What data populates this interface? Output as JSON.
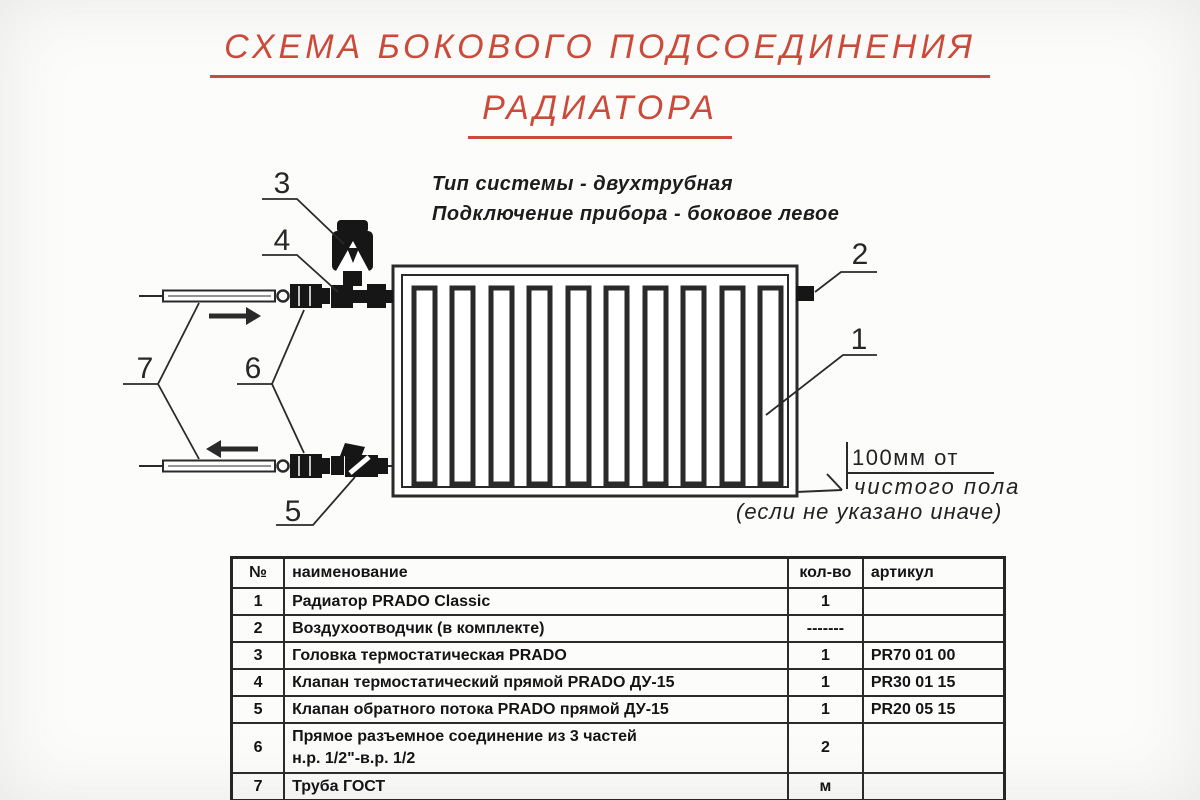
{
  "title": {
    "line1": "СХЕМА БОКОВОГО ПОДСОЕДИНЕНИЯ",
    "line2": "РАДИАТОРА",
    "accent_color": "#cc4a3a"
  },
  "system_info": {
    "line1": "Тип системы - двухтрубная",
    "line2": "Подключение прибора - боковое левое"
  },
  "callouts": {
    "c1": "1",
    "c2": "2",
    "c3": "3",
    "c4": "4",
    "c5": "5",
    "c6": "6",
    "c7": "7"
  },
  "floor_note": {
    "line1": "100мм от",
    "line2": "чистого пола",
    "line3": "(если не указано иначе)"
  },
  "diagram": {
    "line_color": "#2a2a2a",
    "icons": [
      "radiator-drawing",
      "air-vent-icon",
      "thermostatic-head-icon",
      "thermostatic-valve-icon",
      "check-valve-icon",
      "union-fitting-top-icon",
      "union-fitting-bottom-icon",
      "pipe-top",
      "pipe-bottom",
      "flow-arrow-right-icon",
      "flow-arrow-left-icon"
    ]
  },
  "table": {
    "headers": {
      "num": "№",
      "name": "наименование",
      "qty": "кол-во",
      "art": "артикул"
    },
    "rows": [
      {
        "num": "1",
        "name": "Радиатор PRADO Classic",
        "qty": "1",
        "art": ""
      },
      {
        "num": "2",
        "name": "Воздухоотводчик (в комплекте)",
        "qty": "-------",
        "art": ""
      },
      {
        "num": "3",
        "name": "Головка термостатическая PRADO",
        "qty": "1",
        "art": "PR70 01 00"
      },
      {
        "num": "4",
        "name": "Клапан термостатический прямой PRADO ДУ-15",
        "qty": "1",
        "art": "PR30 01 15"
      },
      {
        "num": "5",
        "name": "Клапан обратного потока PRADO прямой ДУ-15",
        "qty": "1",
        "art": "PR20 05 15"
      },
      {
        "num": "6",
        "name": "Прямое разъемное соединение из 3 частей\nн.р. 1/2\"-в.р. 1/2",
        "qty": "2",
        "art": ""
      },
      {
        "num": "7",
        "name": "Труба ГОСТ",
        "qty": "м",
        "art": ""
      }
    ]
  }
}
